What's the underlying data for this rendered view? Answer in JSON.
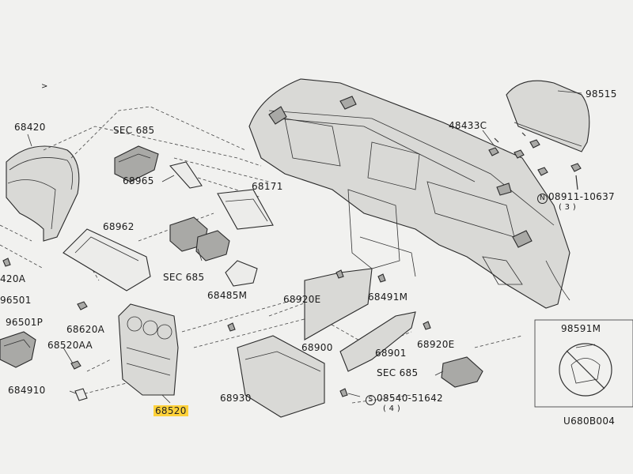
{
  "labels": {
    "p68420": "68420",
    "p98515": "98515",
    "p48433c": "48433C",
    "nut": "08911-10637",
    "nut_n": "N",
    "nut_qty": "( 3 )",
    "sec685_a": "SEC 685",
    "p68965": "68965",
    "p68171": "68171",
    "p68962": "68962",
    "sec685_b": "SEC 685",
    "p68485m": "68485M",
    "p68920e_a": "68920E",
    "p68491m": "68491M",
    "p68620a": "68620A",
    "p68520aa": "68520AA",
    "p68900": "68900",
    "p68901": "68901",
    "p68920e_b": "68920E",
    "p98591m": "98591M",
    "sec685_c": "SEC 685",
    "p684910": "684910",
    "p68520": "68520",
    "p68930": "68930",
    "screw": "08540-51642",
    "screw_s": "S",
    "screw_qty": "( 4 )",
    "p96501": "96501",
    "p96501p": "96501P",
    "p420a": "420A",
    "ref": "U680B004",
    "mark": ">"
  },
  "colors": {
    "highlight": "#ffd23a",
    "ink": "#2a2a2a",
    "paper": "#f1f1ef"
  }
}
